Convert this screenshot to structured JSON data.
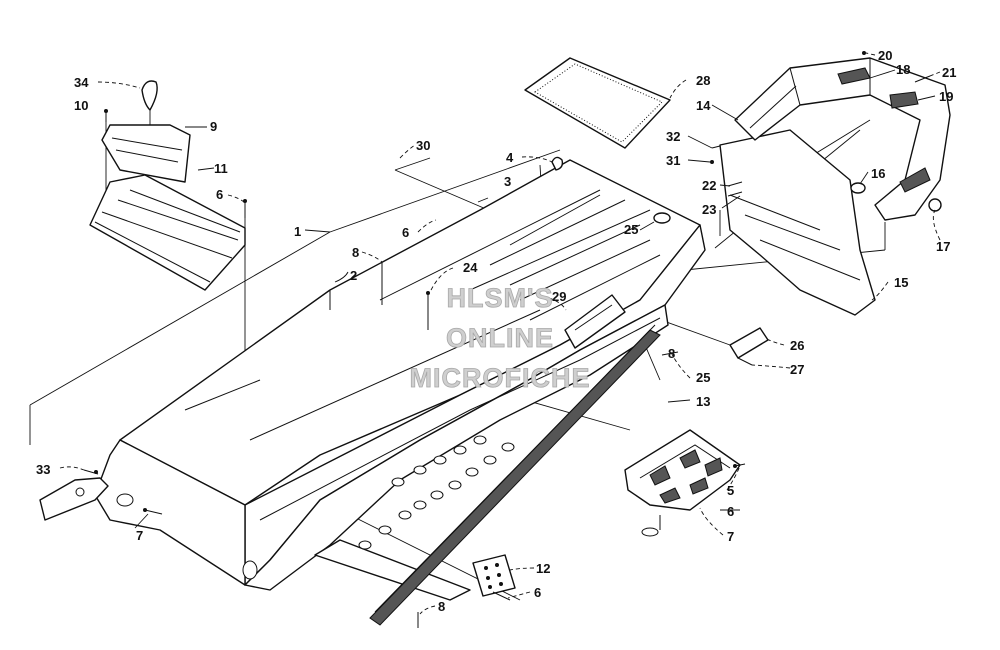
{
  "watermark": {
    "line1": "HLSM'S",
    "line2": "ONLINE",
    "line3": "MICROFICHE"
  },
  "callouts": [
    {
      "id": "c34",
      "label": "34"
    },
    {
      "id": "c10",
      "label": "10"
    },
    {
      "id": "c9",
      "label": "9"
    },
    {
      "id": "c11",
      "label": "11"
    },
    {
      "id": "c6a",
      "label": "6"
    },
    {
      "id": "c1",
      "label": "1"
    },
    {
      "id": "c30",
      "label": "30"
    },
    {
      "id": "c6b",
      "label": "6"
    },
    {
      "id": "c8a",
      "label": "8"
    },
    {
      "id": "c2",
      "label": "2"
    },
    {
      "id": "c4",
      "label": "4"
    },
    {
      "id": "c3",
      "label": "3"
    },
    {
      "id": "c24",
      "label": "24"
    },
    {
      "id": "c29",
      "label": "29"
    },
    {
      "id": "c25a",
      "label": "25"
    },
    {
      "id": "c28",
      "label": "28"
    },
    {
      "id": "c14",
      "label": "14"
    },
    {
      "id": "c32",
      "label": "32"
    },
    {
      "id": "c31",
      "label": "31"
    },
    {
      "id": "c20",
      "label": "20"
    },
    {
      "id": "c18",
      "label": "18"
    },
    {
      "id": "c21",
      "label": "21"
    },
    {
      "id": "c19",
      "label": "19"
    },
    {
      "id": "c22",
      "label": "22"
    },
    {
      "id": "c16",
      "label": "16"
    },
    {
      "id": "c23",
      "label": "23"
    },
    {
      "id": "c17",
      "label": "17"
    },
    {
      "id": "c15",
      "label": "15"
    },
    {
      "id": "c26",
      "label": "26"
    },
    {
      "id": "c8b",
      "label": "8"
    },
    {
      "id": "c27",
      "label": "27"
    },
    {
      "id": "c25b",
      "label": "25"
    },
    {
      "id": "c13",
      "label": "13"
    },
    {
      "id": "c5",
      "label": "5"
    },
    {
      "id": "c6c",
      "label": "6"
    },
    {
      "id": "c7a",
      "label": "7"
    },
    {
      "id": "c33",
      "label": "33"
    },
    {
      "id": "c7b",
      "label": "7"
    },
    {
      "id": "c12",
      "label": "12"
    },
    {
      "id": "c6d",
      "label": "6"
    },
    {
      "id": "c8c",
      "label": "8"
    }
  ]
}
